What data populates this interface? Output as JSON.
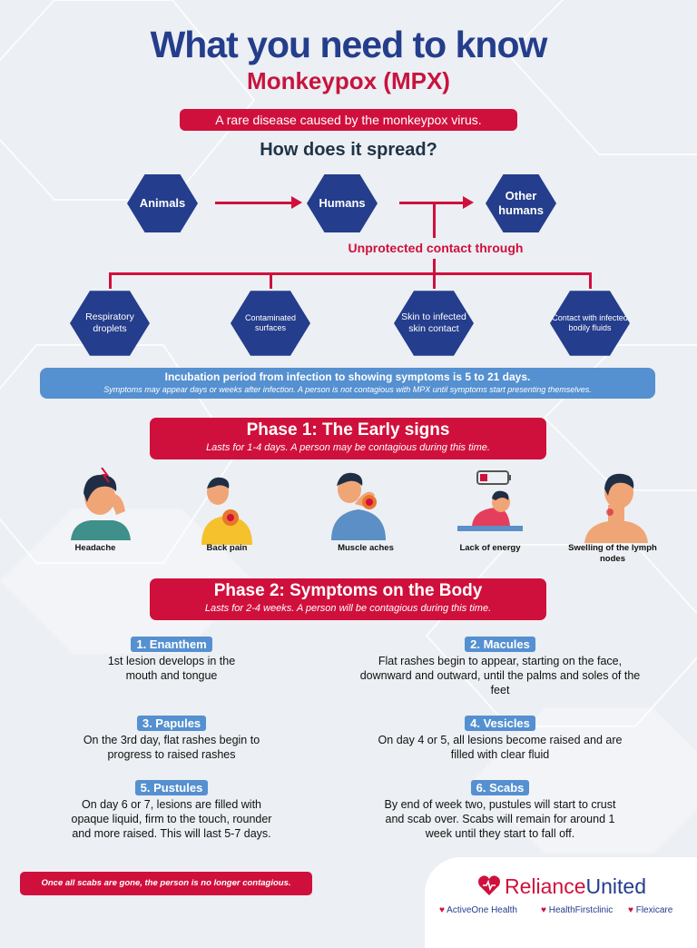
{
  "title": "What you need to know",
  "subtitle": "Monkeypox (MPX)",
  "tagline": "A rare disease caused by the monkeypox virus.",
  "spread": {
    "question": "How does it spread?",
    "chain": [
      "Animals",
      "Humans",
      "Other humans"
    ],
    "contact_label": "Unprotected contact through",
    "routes": [
      "Respiratory droplets",
      "Contaminated surfaces",
      "Skin to infected skin contact",
      "Contact with infected bodily fluids"
    ]
  },
  "incubation": {
    "line1": "Incubation period from infection to showing symptoms is 5 to 21 days.",
    "line2": "Symptoms may appear days or weeks after infection. A person is not contagious with MPX until symptoms start presenting themselves."
  },
  "phase1": {
    "title": "Phase 1: The Early signs",
    "sub": "Lasts for 1-4 days. A person may be contagious during this time.",
    "signs": [
      "Headache",
      "Back pain",
      "Muscle aches",
      "Lack of energy",
      "Swelling of the lymph nodes"
    ]
  },
  "phase2": {
    "title": "Phase 2: Symptoms on the Body",
    "sub": "Lasts for 2-4 weeks. A person will be contagious during this time.",
    "stages": [
      {
        "title": "1. Enanthem",
        "text": "1st lesion develops in the mouth and tongue"
      },
      {
        "title": "2. Macules",
        "text": "Flat rashes begin to appear, starting on the face, downward and outward, until the palms and soles of the feet"
      },
      {
        "title": "3. Papules",
        "text": "On the 3rd day, flat rashes begin to progress to raised rashes"
      },
      {
        "title": "4. Vesicles",
        "text": "On day 4 or 5, all lesions become raised and are filled with clear fluid"
      },
      {
        "title": "5. Pustules",
        "text": "On day 6 or 7, lesions are filled with opaque liquid, firm to the touch, rounder and more raised. This will last 5-7 days."
      },
      {
        "title": "6. Scabs",
        "text": "By end of week two, pustules will start to crust and scab over. Scabs will remain for around 1 week until they start to fall off."
      }
    ]
  },
  "footer_note": "Once all scabs are gone, the person is no longer contagious.",
  "brand": {
    "name_a": "Reliance",
    "name_b": "United",
    "partners": [
      "ActiveOne Health",
      "HealthFirstclinic",
      "Flexicare"
    ]
  },
  "colors": {
    "navy": "#243d8c",
    "red": "#d0103c",
    "blue": "#5590d0",
    "background": "#eceff3"
  },
  "icons": [
    "heart-logo-icon",
    "headache-figure",
    "back-pain-figure",
    "muscle-aches-figure",
    "lack-of-energy-figure",
    "swollen-lymph-nodes-figure"
  ]
}
